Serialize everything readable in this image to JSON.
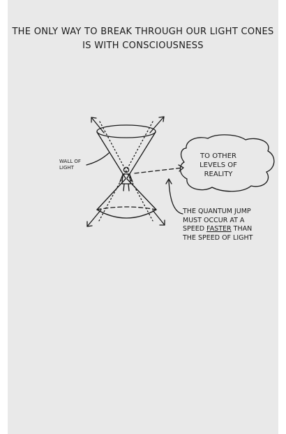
{
  "heading": {
    "line1": "THE ONLY WAY TO BREAK THROUGH OUR LIGHT CONES",
    "line2": "IS WITH CONSCIOUSNESS"
  },
  "labels": {
    "wall_of_light": [
      "WALL OF",
      "LIGHT"
    ],
    "other_levels": [
      "TO OTHER",
      "LEVELS OF",
      "REALITY"
    ],
    "quantum_jump": {
      "line1": "THE QUANTUM JUMP",
      "line2": "MUST OCCUR AT A",
      "line3_prefix": "SPEED ",
      "line3_emphasis": "FASTER",
      "line3_suffix": " THAN",
      "line4": "THE SPEED OF LIGHT"
    }
  },
  "colors": {
    "page": "#e9e9e9",
    "ink": "#1a1a1a"
  }
}
